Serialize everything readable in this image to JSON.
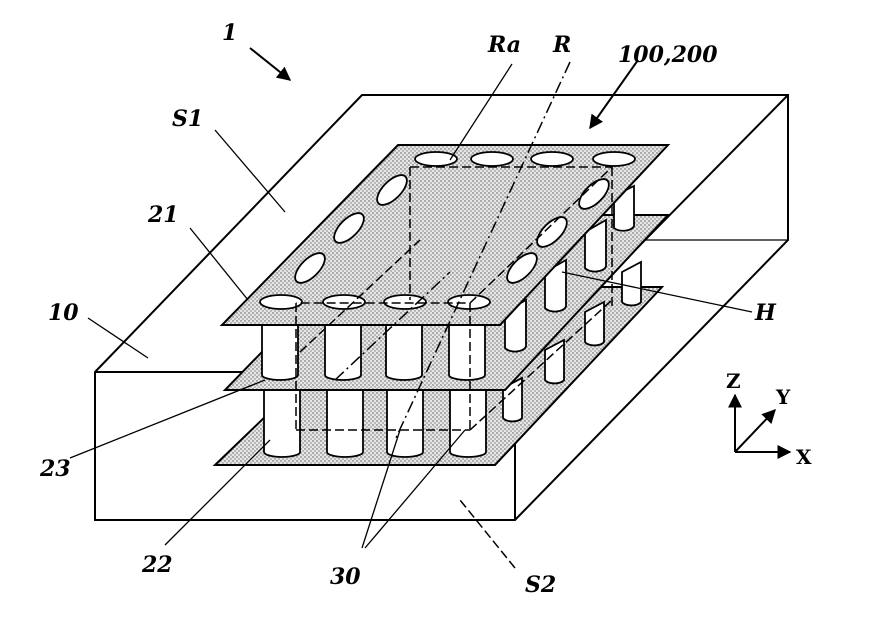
{
  "labels": {
    "assembly": "1",
    "substrate": "10",
    "surface_top": "S1",
    "surface_bottom": "S2",
    "plate_top": "21",
    "plate_bottom": "22",
    "plate_middle": "23",
    "posts": "30",
    "region": "R",
    "region_a": "Ra",
    "structure": "100,200",
    "hole": "H"
  },
  "axes": {
    "z": "Z",
    "y": "Y",
    "x": "X"
  }
}
